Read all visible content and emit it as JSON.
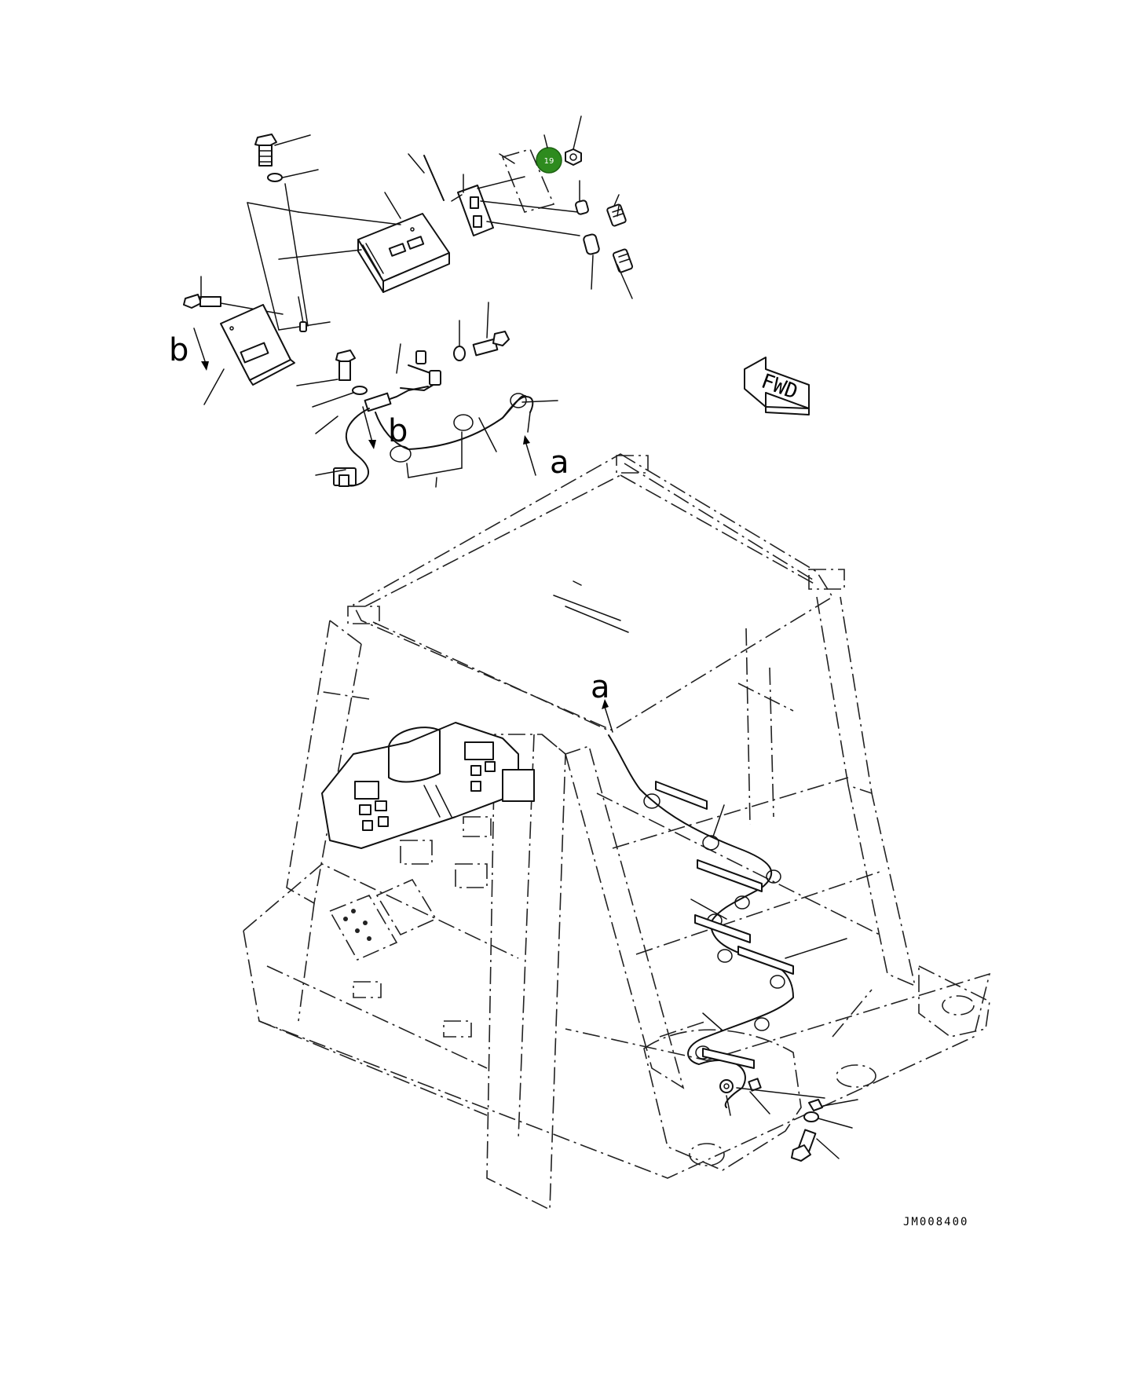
{
  "diagram": {
    "callout": {
      "number": "19",
      "color": "#2e8b1e",
      "border": "#1d6212"
    },
    "view_labels": {
      "b_upper": "b",
      "b_lower": "b",
      "a_upper": "a",
      "a_lower": "a"
    },
    "direction_arrow": {
      "text": "FWD"
    },
    "drawing_code": "JM008400",
    "icons": [
      "forward-arrow-icon",
      "bolt-icon",
      "washer-icon",
      "nut-icon",
      "connector-icon",
      "controller-unit-icon",
      "cab-frame-icon"
    ]
  }
}
